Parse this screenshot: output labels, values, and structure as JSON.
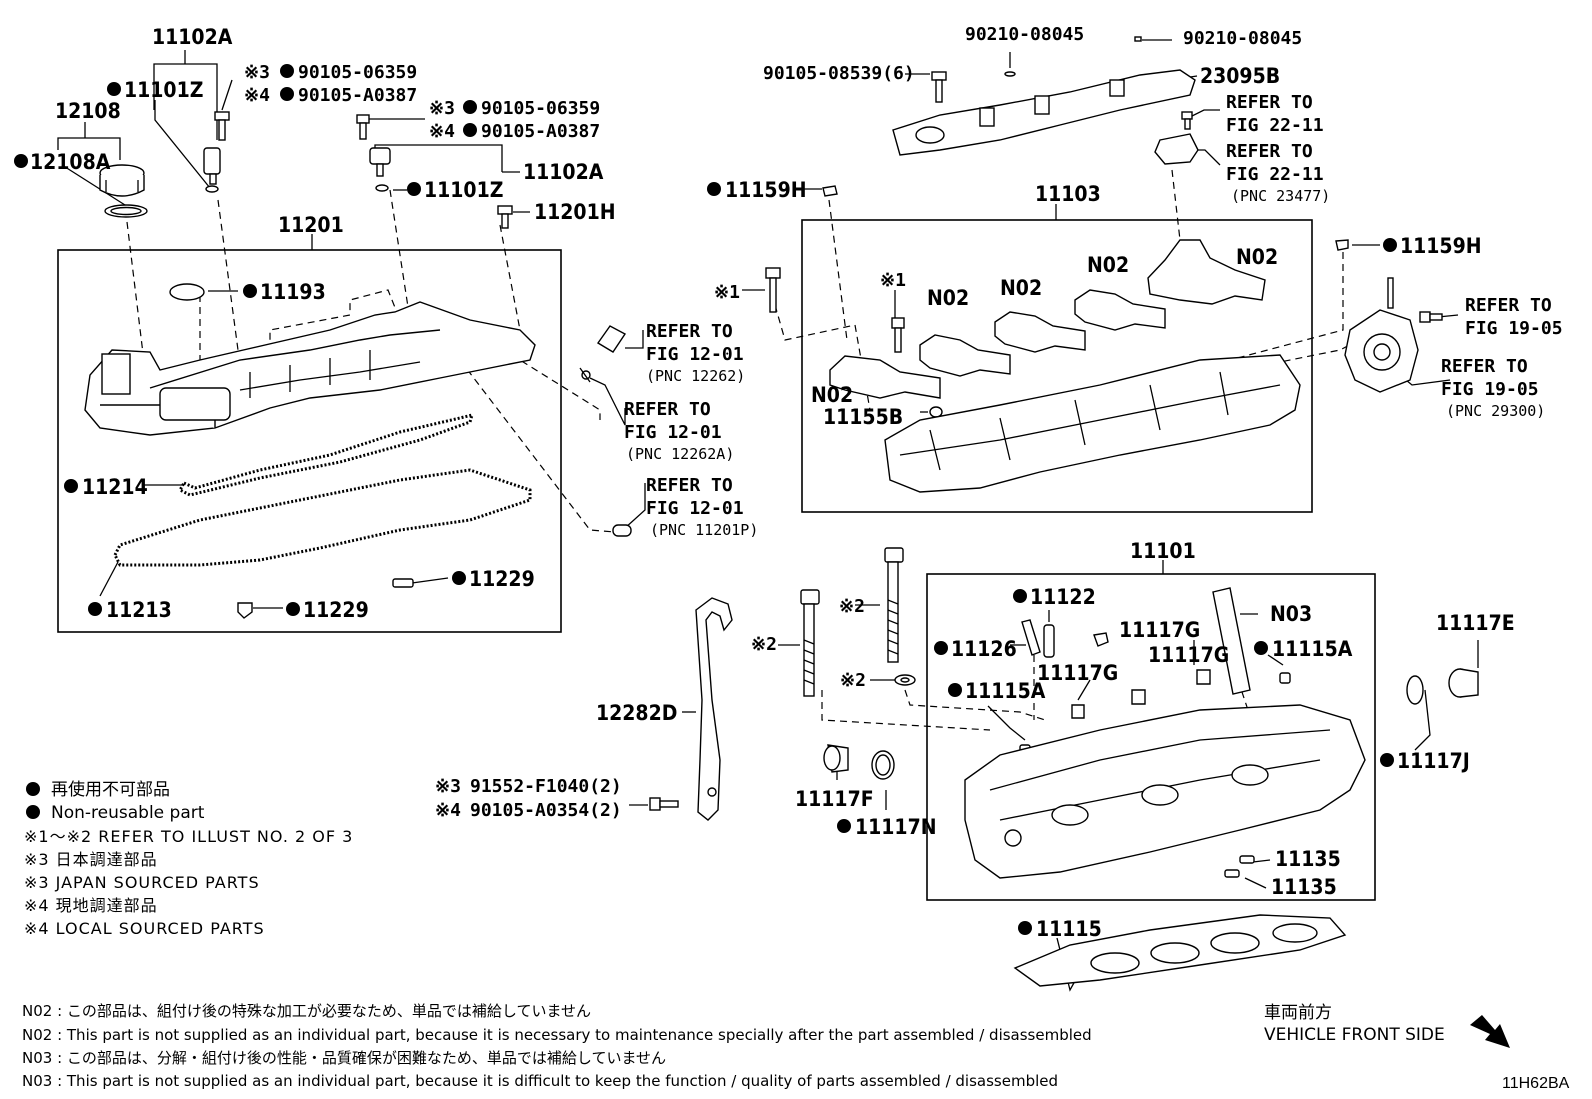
{
  "labels": {
    "p11102A_top": "11102A",
    "p11101Z_left": "11101Z",
    "p12108": "12108",
    "p12108A": "12108A",
    "bolt1_note3": "※3",
    "bolt1_note3_pn": "90105-06359",
    "bolt1_note4": "※4",
    "bolt1_note4_pn": "90105-A0387",
    "bolt2_note3": "※3",
    "bolt2_note3_pn": "90105-06359",
    "bolt2_note4": "※4",
    "bolt2_note4_pn": "90105-A0387",
    "p11102A_mid": "11102A",
    "p11101Z_mid": "11101Z",
    "p11201H": "11201H",
    "p11201": "11201",
    "p11193": "11193",
    "p11214": "11214",
    "p11213": "11213",
    "p11229_a": "11229",
    "p11229_b": "11229",
    "p90210_a": "90210-08045",
    "p90210_b": "90210-08045",
    "p90105_08539": "90105-08539(6)",
    "p23095B": "23095B",
    "p11159H_left": "11159H",
    "p11159H_right": "11159H",
    "p11103": "11103",
    "n1": "※1",
    "n1_b": "※1",
    "n02_a": "N02",
    "n02_b": "N02",
    "n02_c": "N02",
    "n02_d": "N02",
    "n02_e": "N02",
    "p11155B": "11155B",
    "p11101": "11101",
    "p11122": "11122",
    "p11126": "11126",
    "p11117G_a": "11117G",
    "p11117G_b": "11117G",
    "p11117G_c": "11117G",
    "n03": "N03",
    "p11115A_a": "11115A",
    "p11115A_b": "11115A",
    "p11117E": "11117E",
    "p11117J": "11117J",
    "p11117F": "11117F",
    "p11117N": "11117N",
    "p11135_a": "11135",
    "p11135_b": "11135",
    "p11115": "11115",
    "p12282D": "12282D",
    "n2_a": "※2",
    "n2_b": "※2",
    "n2_c": "※2",
    "bracket_note3": "※3",
    "bracket_note3_pn": "91552-F1040(2)",
    "bracket_note4": "※4",
    "bracket_note4_pn": "90105-A0354(2)"
  },
  "references": {
    "refer_to": "REFER TO",
    "fig_22_11": "FIG 22-11",
    "pnc_23477": "(PNC 23477)",
    "fig_12_01": "FIG 12-01",
    "pnc_12262": "(PNC 12262)",
    "pnc_12262A": "(PNC 12262A)",
    "pnc_11201P": "(PNC 11201P)",
    "fig_19_05": "FIG 19-05",
    "pnc_29300": "(PNC 29300)"
  },
  "legend": {
    "nonreusable_jp": "再使用不可部品",
    "nonreusable_en": "Non-reusable part",
    "refer_illust": "※1～※2  REFER TO ILLUST NO. 2 OF 3",
    "japan_jp": "※3 日本調達部品",
    "japan_en": "※3 JAPAN SOURCED PARTS",
    "local_jp": "※4 現地調達部品",
    "local_en": "※4 LOCAL SOURCED PARTS"
  },
  "notes": {
    "n02_jp": "N02 : この部品は、組付け後の特殊な加工が必要なため、単品では補給していません",
    "n02_en": "N02 : This part is not supplied as an individual part, because it is necessary to maintenance specially after the part assembled / disassembled",
    "n03_jp": "N03 : この部品は、分解・組付け後の性能・品質確保が困難なため、単品では補給していません",
    "n03_en": "N03 : This part is not supplied as an individual part, because it is difficult to keep the function / quality of parts  assembled / disassembled"
  },
  "orientation": {
    "jp": "車両前方",
    "en": "VEHICLE FRONT SIDE"
  },
  "figure_id": "11H62BA"
}
